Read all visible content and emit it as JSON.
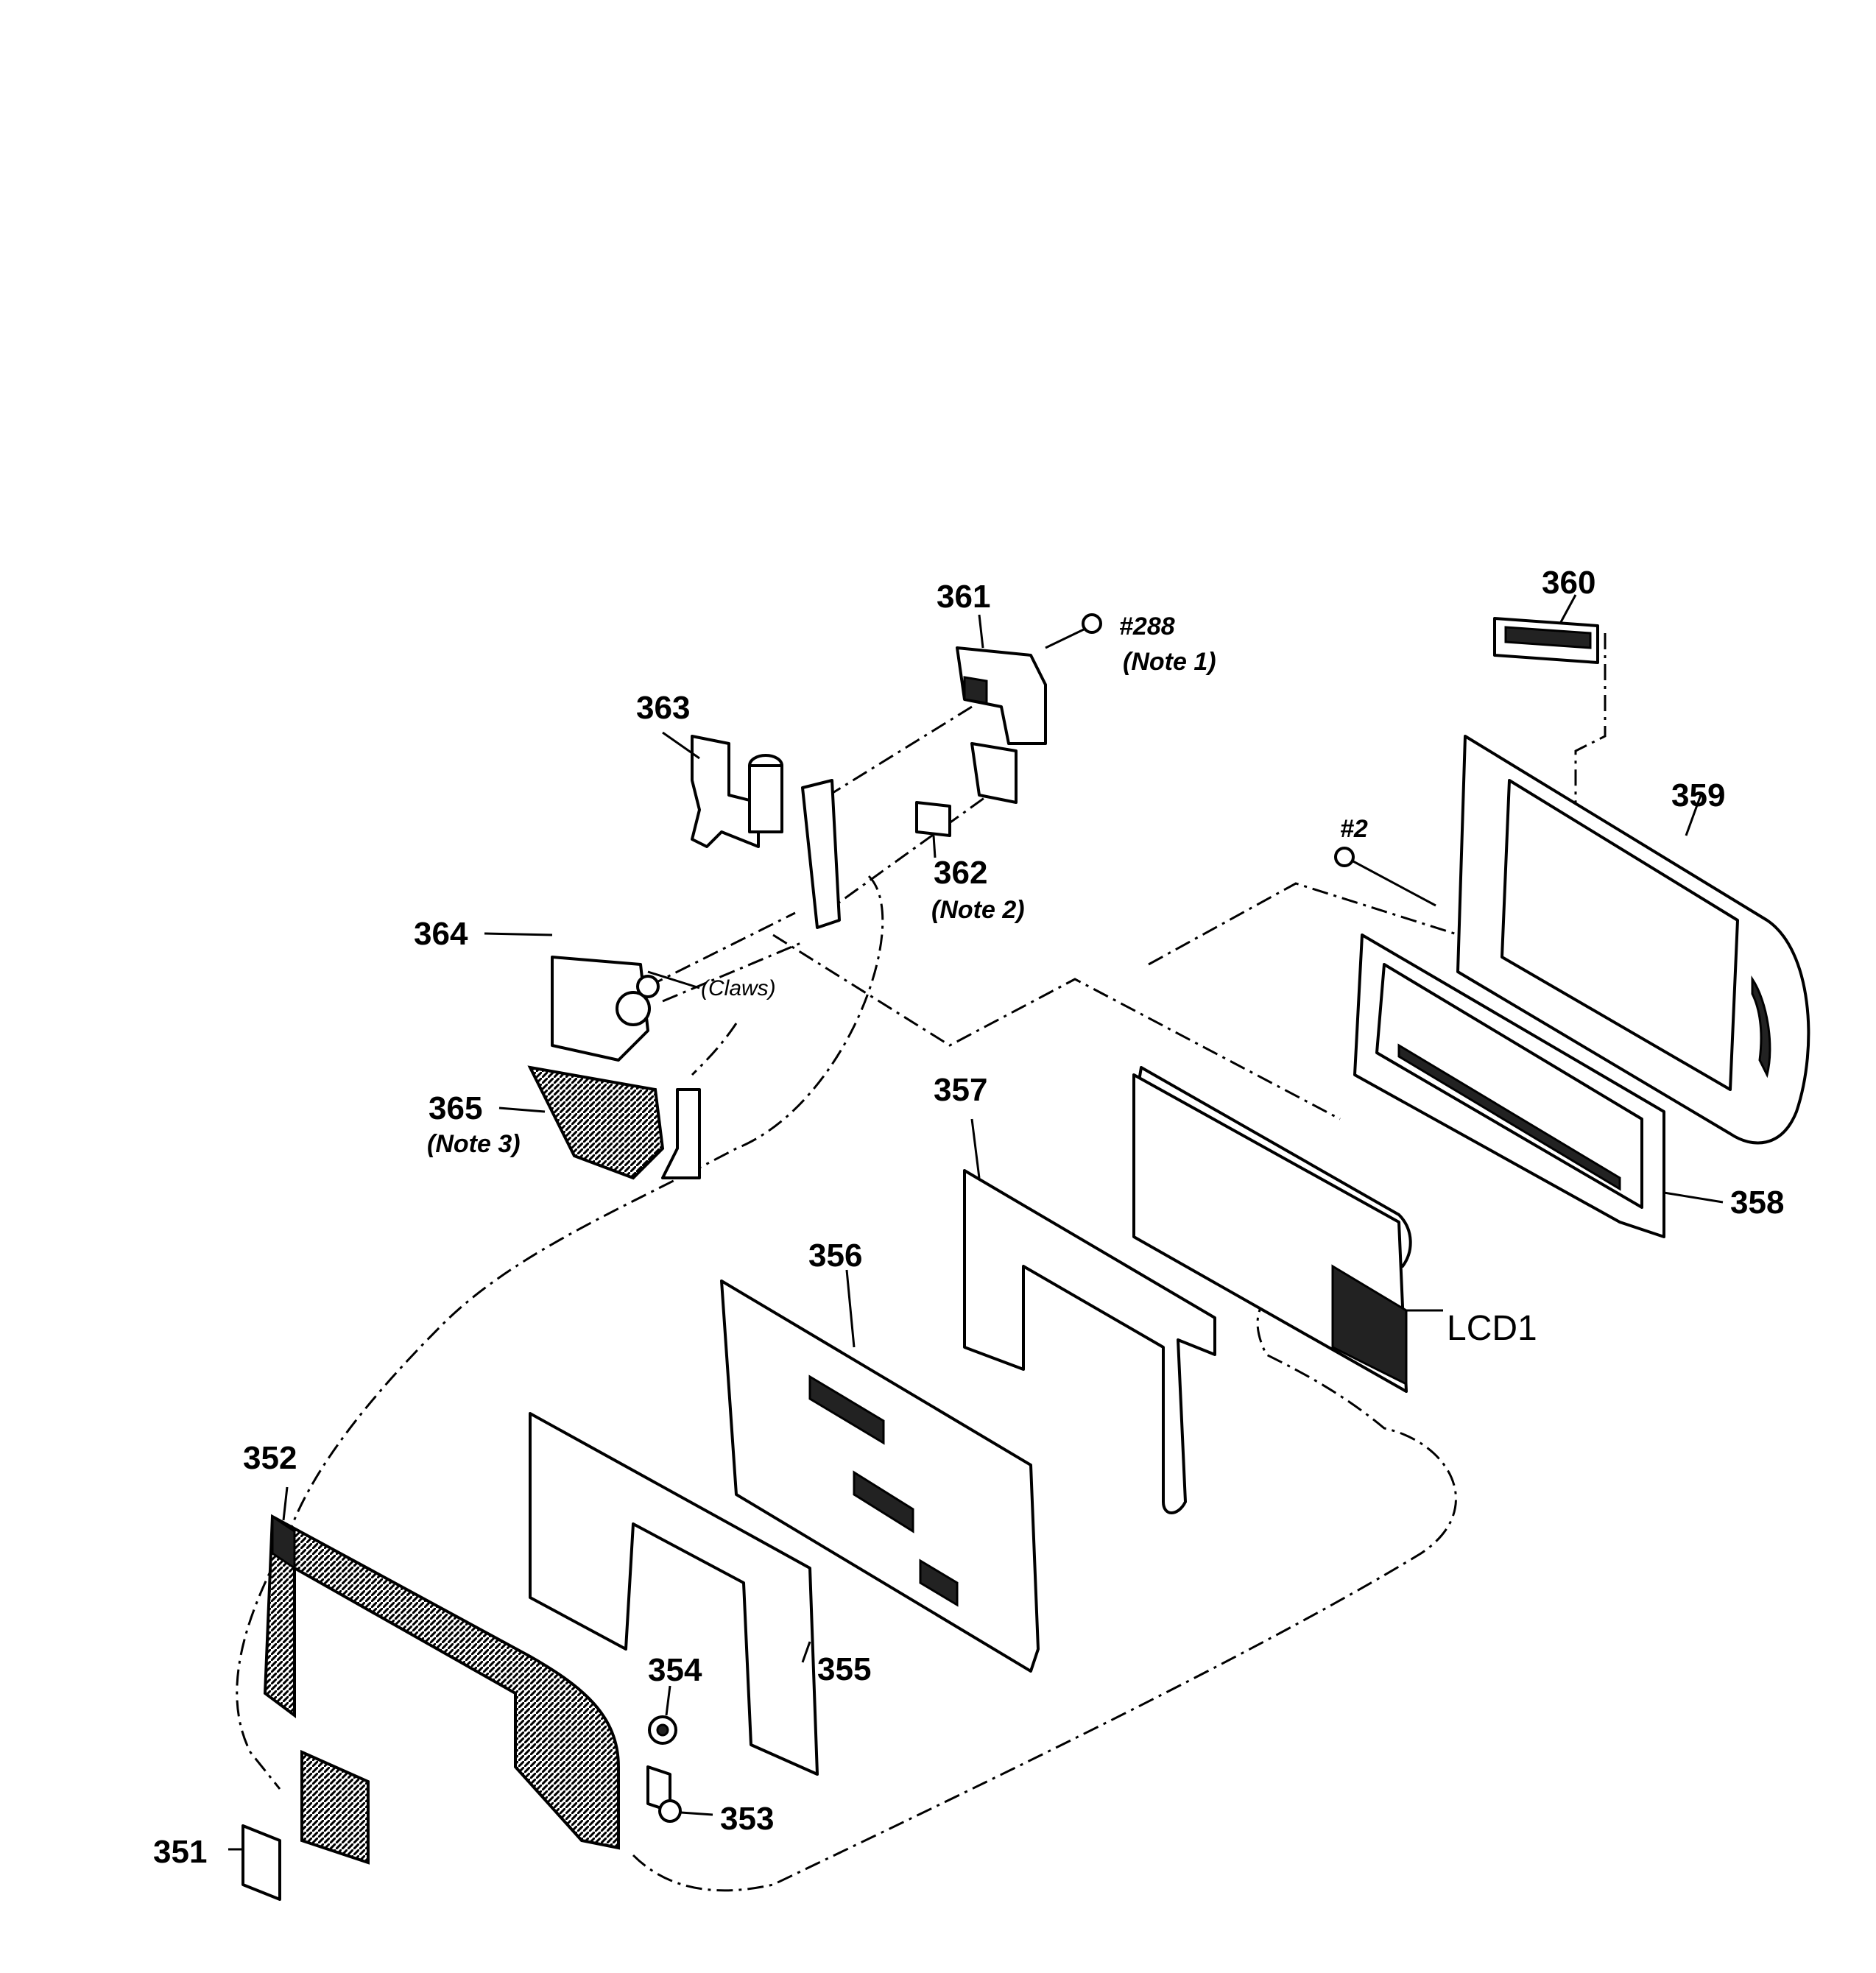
{
  "parts": [
    {
      "id": "351",
      "label": "351"
    },
    {
      "id": "352",
      "label": "352"
    },
    {
      "id": "353",
      "label": "353"
    },
    {
      "id": "354",
      "label": "354"
    },
    {
      "id": "355",
      "label": "355"
    },
    {
      "id": "356",
      "label": "356"
    },
    {
      "id": "357",
      "label": "357"
    },
    {
      "id": "358",
      "label": "358"
    },
    {
      "id": "359",
      "label": "359"
    },
    {
      "id": "360",
      "label": "360"
    },
    {
      "id": "361",
      "label": "361"
    },
    {
      "id": "362",
      "label": "362",
      "note": "(Note 2)"
    },
    {
      "id": "363",
      "label": "363"
    },
    {
      "id": "364",
      "label": "364"
    },
    {
      "id": "365",
      "label": "365",
      "note": "(Note 3)"
    }
  ],
  "screws": [
    {
      "label": "#288",
      "note": "(Note 1)"
    },
    {
      "label": "#2"
    }
  ],
  "annotations": {
    "claws": "(Claws)",
    "lcd": "LCD1"
  }
}
